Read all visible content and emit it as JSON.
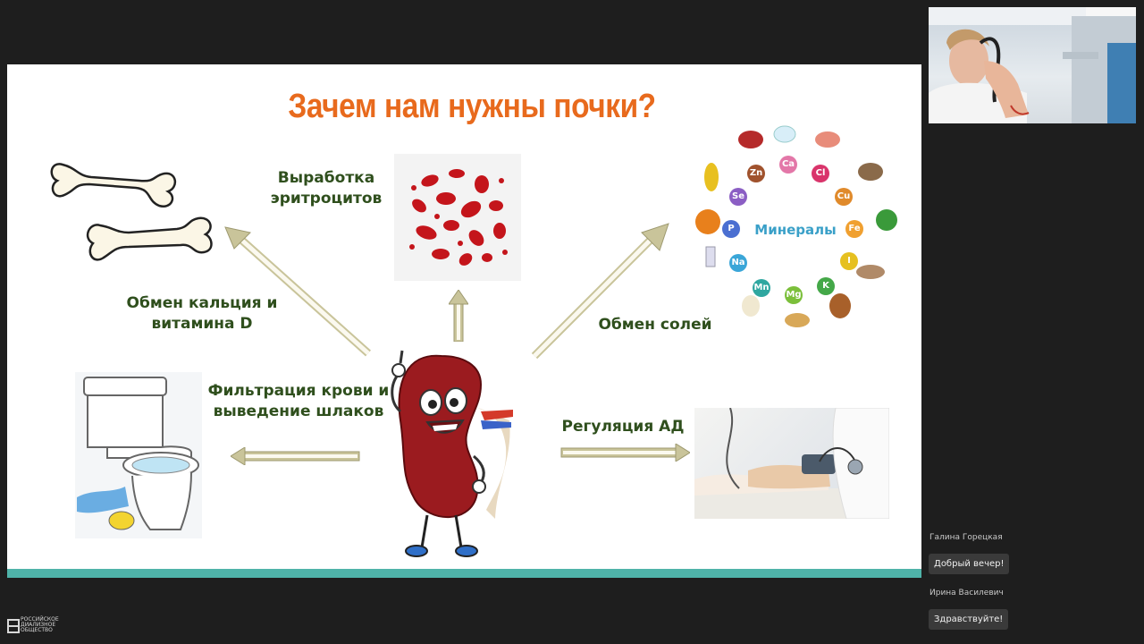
{
  "slide": {
    "title": "Зачем нам нужны почки?",
    "labels": {
      "erythrocytes_1": "Выработка",
      "erythrocytes_2": "эритроцитов",
      "calcium_1": "Обмен кальция и",
      "calcium_2": "витамина D",
      "salts": "Обмен солей",
      "filtration_1": "Фильтрация крови и",
      "filtration_2": "выведение шлаков",
      "pressure": "Регуляция АД",
      "minerals": "Минералы"
    },
    "mineral_symbols": [
      "Zn",
      "Ca",
      "Cl",
      "Se",
      "Cu",
      "P",
      "Fe",
      "Na",
      "I",
      "Mn",
      "Mg",
      "K"
    ],
    "colors": {
      "title": "#e86a1d",
      "label": "#2f4f1d",
      "arrow": "#c9c49a",
      "bar": "#4fb3a9",
      "minerals_label": "#3aa0c8"
    }
  },
  "chat": {
    "messages": [
      {
        "author": "Галина Горецкая",
        "text": "Добрый вечер!"
      },
      {
        "author": "Ирина Василевич",
        "text": "Здравствуйте!"
      }
    ]
  },
  "logo": {
    "line1": "РОССИЙСКОЕ",
    "line2": "ДИАЛИЗНОЕ",
    "line3": "ОБЩЕСТВО"
  }
}
